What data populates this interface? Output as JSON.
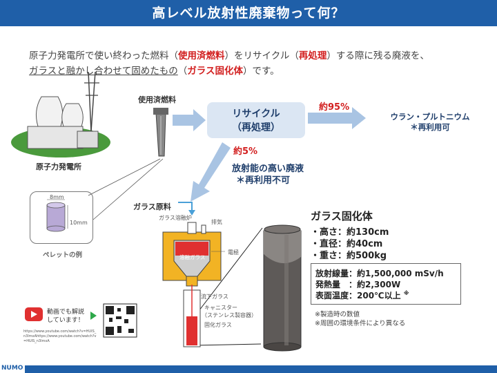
{
  "title": "高レベル放射性廃棄物って何？",
  "intro": {
    "p1": "原子力発電所で使い終わった燃料（",
    "spent_fuel": "使用済燃料",
    "p2": "）をリサイクル（",
    "reprocess": "再処理",
    "p3": "）する際に残る廃液を、",
    "p4_ul": "ガラスと融かし合わせて固めたもの",
    "p5": "（",
    "vitrified": "ガラス固化体",
    "p6": "）です。"
  },
  "plant_label": "原子力発電所",
  "spent_fuel_label": "使用済燃料",
  "recycle": {
    "line1": "リサイクル",
    "line2": "（再処理）"
  },
  "pct_95": "約95%",
  "pct_5": "約5%",
  "uranium": {
    "line1": "ウラン・プルトニウム",
    "line2": "＊再利用可"
  },
  "waste": {
    "line1": "放射能の高い廃液",
    "line2": "＊再利用不可"
  },
  "glass_material": "ガラス原料",
  "pellet": {
    "dim_top": "8mm",
    "dim_side": "10mm",
    "caption": "ペレットの例"
  },
  "melter": {
    "furnace": "ガラス溶融炉",
    "exhaust": "排気",
    "electrode": "電極",
    "molten": "溶融ガラス",
    "flow": "流下ガラス",
    "canister1": "キャニスター",
    "canister2": "（ステンレス製容器）",
    "solid": "固化ガラス"
  },
  "glass_body": {
    "heading": "ガラス固化体",
    "height": "・高さ：約130cm",
    "diameter": "・直径：約40cm",
    "weight": "・重さ：約500kg"
  },
  "spec": {
    "dose": "放射線量：約1,500,000 mSv/h",
    "heat": "発熱量　：約2,300W",
    "temp": "表面温度：200℃以上",
    "mark": "※"
  },
  "notes": [
    "※製造時の数値",
    "※周囲の環境条件により異なる"
  ],
  "video": {
    "line1": "動画でも解説",
    "line2": "しています！",
    "url1": "https://www.youtube.com/watch?v=HUIS_",
    "url2": "n3lmxAhttps://www.youtube.com/watch?v",
    "url3": "=HUIS_n3lmxA"
  },
  "logo": "NUMO",
  "colors": {
    "brand": "#1f5fa8",
    "accent_red": "#d21f1f",
    "arrow": "#a9c4e3",
    "navy": "#1f3e6b"
  }
}
